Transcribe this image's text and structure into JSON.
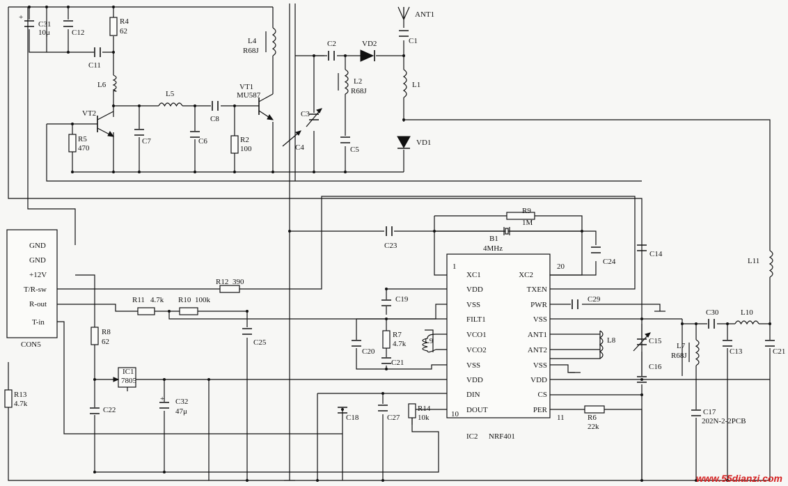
{
  "labels": {
    "c31": "C31",
    "c31v": "10μ",
    "c12": "C12",
    "r4": "R4",
    "r4v": "62",
    "c11": "C11",
    "l6": "L6",
    "l5": "L5",
    "vt2": "VT2",
    "vt1": "VT1",
    "vt1v": "MU587",
    "l4": "L4",
    "l4v": "R68J",
    "c7": "C7",
    "c6": "C6",
    "c8": "C8",
    "r5": "R5",
    "r5v": "470",
    "r2": "R2",
    "r2v": "100",
    "c2": "C2",
    "vd2": "VD2",
    "ant1": "ANT1",
    "c1": "C1",
    "l2": "L2",
    "l2v": "R68J",
    "l1": "L1",
    "c3": "C3",
    "c4": "C4",
    "c5": "C5",
    "vd1": "VD1",
    "r9": "R9",
    "r9v": "1M",
    "b1": "B1",
    "b1v": "4MHz",
    "c23": "C23",
    "c24": "C24",
    "c14": "C14",
    "l11": "L11",
    "r12": "R12",
    "r12v": "390",
    "r11": "R11",
    "r11v": "4.7k",
    "r10": "R10",
    "r10v": "100k",
    "c19": "C19",
    "c29": "C29",
    "r7": "R7",
    "r7v": "4.7k",
    "c20": "C20",
    "c21a": "C21",
    "l9": "L9",
    "l8": "L8",
    "c15": "C15",
    "c16": "C16",
    "c30": "C30",
    "l10": "L10",
    "c13": "C13",
    "c21b": "C21",
    "l7": "L7",
    "l7v": "R68J",
    "c17": "C17",
    "c17v": "202N-2-2PCB",
    "r8": "R8",
    "r8v": "62",
    "ic1": "IC1",
    "ic1v": "7805",
    "c25": "C25",
    "c22": "C22",
    "c32": "C32",
    "c32v": "47μ",
    "r13": "R13",
    "r13v": "4.7k",
    "c18": "C18",
    "c27": "C27",
    "r14": "R14",
    "r14v": "10k",
    "r6": "R6",
    "r6v": "22k",
    "pin1": "1",
    "pin20": "20",
    "pin10": "10",
    "pin11": "11",
    "ic2": "IC2",
    "ic2v": "NRF401",
    "con5": "CON5"
  },
  "connector": [
    "GND",
    "GND",
    "+12V",
    "T/R-sw",
    "R-out",
    "T-in"
  ],
  "ic2_left": [
    "XC1",
    "VDD",
    "VSS",
    "FILT1",
    "VCO1",
    "VCO2",
    "VSS",
    "VDD",
    "DIN",
    "DOUT"
  ],
  "ic2_right": [
    "XC2",
    "TXEN",
    "PWR",
    "VSS",
    "ANT1",
    "ANT2",
    "VSS",
    "VDD",
    "CS",
    "PER"
  ],
  "watermark": "www.55dianzi.com"
}
